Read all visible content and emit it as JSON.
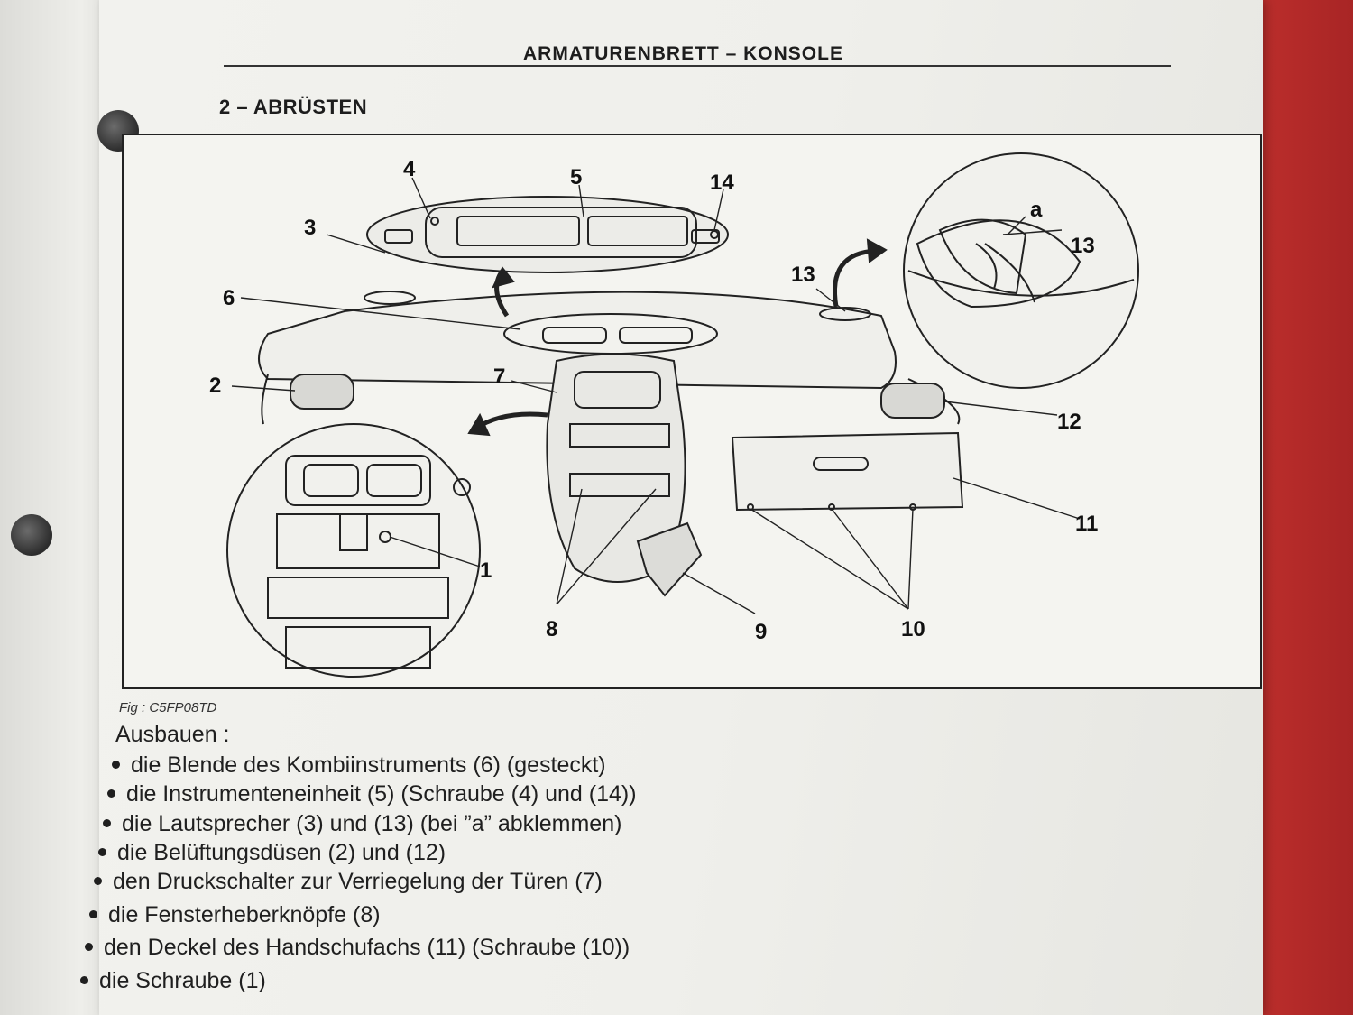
{
  "header": {
    "title": "ARMATURENBRETT – KONSOLE"
  },
  "section": {
    "title": "2 – ABRÜSTEN"
  },
  "figure": {
    "caption": "Fig : C5FP08TD",
    "callouts": {
      "c1": "1",
      "c2": "2",
      "c3": "3",
      "c4": "4",
      "c5": "5",
      "c6": "6",
      "c7": "7",
      "c8": "8",
      "c9": "9",
      "c10": "10",
      "c11": "11",
      "c12": "12",
      "c13a": "13",
      "c13b": "13",
      "c14": "14",
      "ca": "a"
    }
  },
  "instructions": {
    "intro": "Ausbauen :",
    "items": [
      "die Blende des Kombiinstruments (6) (gesteckt)",
      "die Instrumenteneinheit (5) (Schraube (4) und (14))",
      "die Lautsprecher (3) und (13) (bei ”a” abklemmen)",
      "die Belüftungsdüsen (2) und (12)",
      "den Druckschalter zur Verriegelung der Türen (7)",
      "die Fensterheberknöpfe (8)",
      "den Deckel des Handschufachs (11) (Schraube (10))",
      "die Schraube (1)"
    ]
  }
}
